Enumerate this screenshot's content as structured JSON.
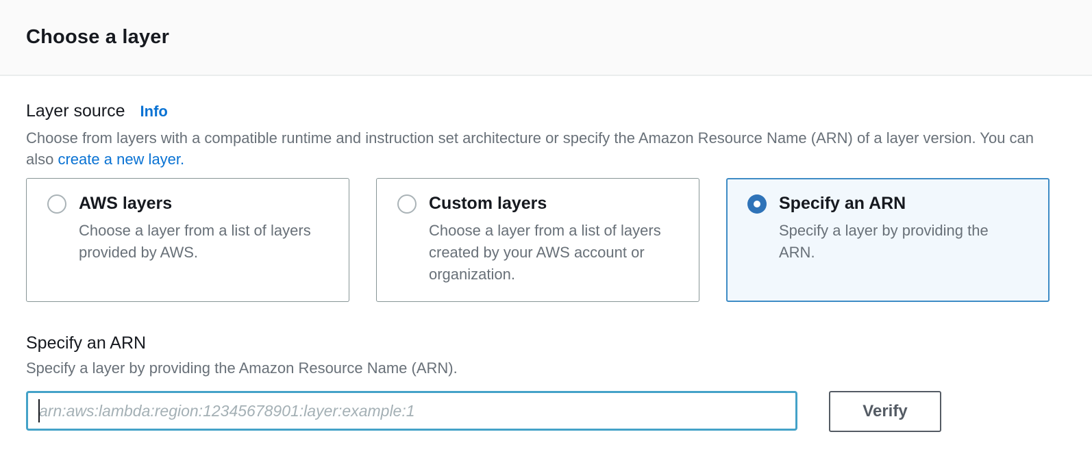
{
  "header": {
    "title": "Choose a layer"
  },
  "layer_source": {
    "label": "Layer source",
    "info_label": "Info",
    "description_before_link": "Choose from layers with a compatible runtime and instruction set architecture or specify the Amazon Resource Name (ARN) of a layer version. You can also ",
    "link_text": "create a new layer."
  },
  "options": [
    {
      "title": "AWS layers",
      "description": "Choose a layer from a list of layers provided by AWS.",
      "selected": false
    },
    {
      "title": "Custom layers",
      "description": "Choose a layer from a list of layers created by your AWS account or organization.",
      "selected": false
    },
    {
      "title": "Specify an ARN",
      "description": "Specify a layer by providing the ARN.",
      "selected": true
    }
  ],
  "arn_section": {
    "title": "Specify an ARN",
    "description": "Specify a layer by providing the Amazon Resource Name (ARN).",
    "input_value": "",
    "input_placeholder": "arn:aws:lambda:region:12345678901:layer:example:1",
    "verify_label": "Verify"
  },
  "colors": {
    "link_blue": "#0972d3",
    "radio_selected_blue": "#2f73b8",
    "selected_card_border": "#3d8bc5",
    "selected_card_background": "#f2f8fd",
    "input_focus_border": "#44a2c8",
    "button_border_gray": "#545b64",
    "text_primary": "#16191f",
    "text_secondary": "#687078",
    "card_border_gray": "#879596",
    "header_background": "#fafafa"
  }
}
